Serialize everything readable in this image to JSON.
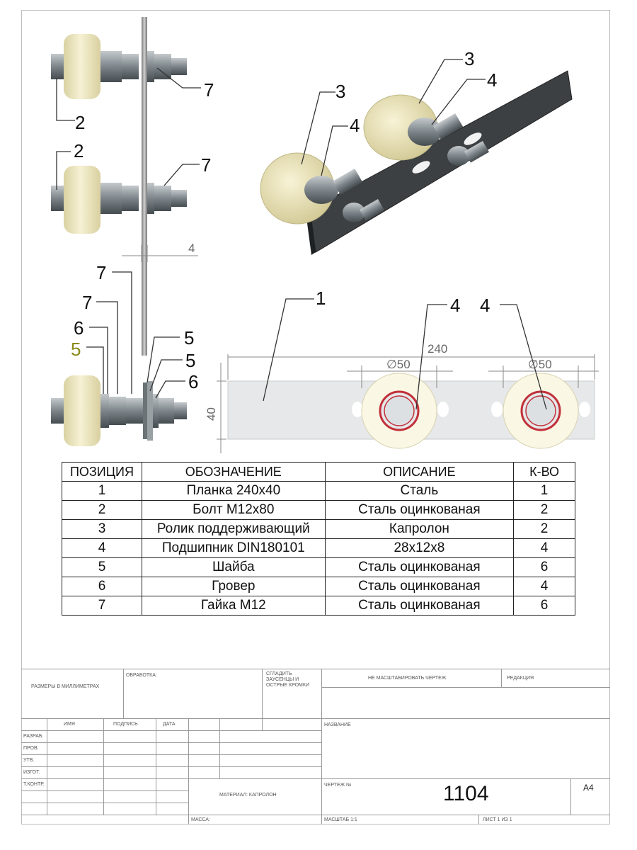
{
  "drawing": {
    "callouts": {
      "side_top": [
        "2",
        "7"
      ],
      "side_middle": [
        "2",
        "7"
      ],
      "side_bottom": [
        "7",
        "7",
        "6",
        "5",
        "5",
        "5",
        "6"
      ],
      "iso": [
        "3",
        "3",
        "4",
        "4"
      ],
      "front": [
        "1",
        "4",
        "4"
      ]
    },
    "dimensions": {
      "thickness": "4",
      "length": "240",
      "diameter_left": "∅50",
      "diameter_right": "∅50",
      "height": "40"
    },
    "colors": {
      "roller": "#efe9c4",
      "steel": "#8f969b",
      "plate": "#3c4043",
      "bearing_ring": "#c2303a",
      "highlight_callout": "#8a8a1a"
    }
  },
  "parts_table": {
    "headers": [
      "ПОЗИЦИЯ",
      "ОБОЗНАЧЕНИЕ",
      "ОПИСАНИЕ",
      "К-ВО"
    ],
    "rows": [
      [
        "1",
        "Планка 240х40",
        "Сталь",
        "1"
      ],
      [
        "2",
        "Болт М12х80",
        "Сталь оцинкованая",
        "2"
      ],
      [
        "3",
        "Ролик поддерживающий",
        "Капролон",
        "2"
      ],
      [
        "4",
        "Подшипник DIN180101",
        "28х12х8",
        "4"
      ],
      [
        "5",
        "Шайба",
        "Сталь оцинкованая",
        "6"
      ],
      [
        "6",
        "Гровер",
        "Сталь оцинкованая",
        "4"
      ],
      [
        "7",
        "Гайка М12",
        "Сталь оцинкованая",
        "6"
      ]
    ]
  },
  "title_block": {
    "units_note": "Размеры в миллиметрах",
    "finish_label": "Обработка:",
    "edges_note": "Сгладить заусенцы и острые кромки",
    "no_scale": "Не масштабировать чертеж",
    "revision": "Редакция",
    "name_label": "Название",
    "col_name": "Имя",
    "col_sign": "Подпись",
    "col_date": "Дата",
    "roles": [
      "Разраб.",
      "Пров.",
      "Утв.",
      "Изгот.",
      "Т.контр."
    ],
    "material": "Материал: капролон",
    "drawing_no_label": "Чертеж №",
    "drawing_no": "1104",
    "format": "А4",
    "mass_label": "Масса:",
    "scale_label": "Масштаб 1:1",
    "sheet_label": "Лист 1 из 1"
  }
}
